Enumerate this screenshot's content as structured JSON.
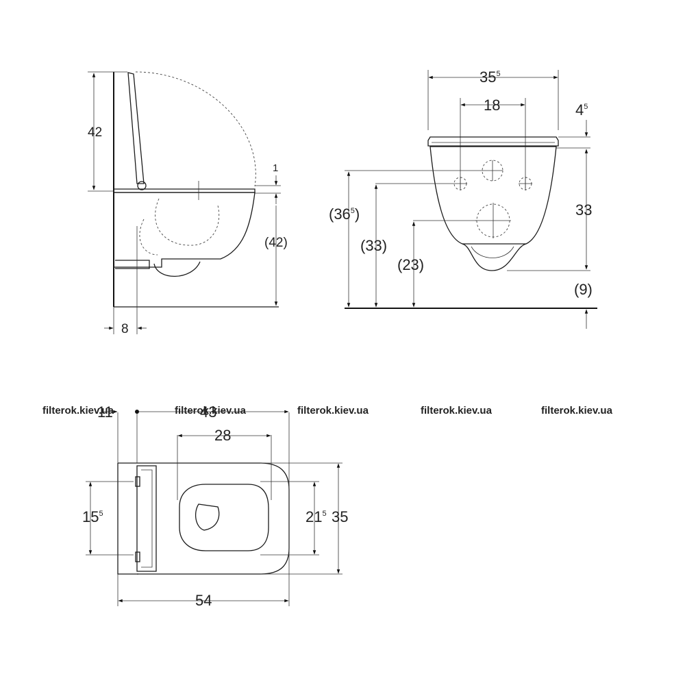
{
  "watermark": "filterok.kiev.ua",
  "colors": {
    "line": "#1a1a1a",
    "watermark": "#c8c8c8",
    "background": "#ffffff"
  },
  "side_view": {
    "seat_height": "42",
    "gap": "1",
    "bowl_height": "(42)",
    "offset": "8"
  },
  "front_view": {
    "width_main": "35",
    "width_main_sup": "5",
    "hole_spacing": "18",
    "seat_thickness_main": "4",
    "seat_thickness_sup": "5",
    "rim_to_bottom": "33",
    "total_height_main": "(36",
    "total_height_sup": "5",
    "total_height_tail": ")",
    "inlet_height": "(33)",
    "outlet_height": "(23)",
    "floor_gap": "(9)"
  },
  "top_view": {
    "wall_offset": "11",
    "seat_length": "43",
    "opening_width": "28",
    "bracket_spacing_main": "15",
    "bracket_spacing_sup": "5",
    "opening_depth_main": "21",
    "opening_depth_sup": "5",
    "overall_width": "35",
    "overall_length": "54"
  }
}
